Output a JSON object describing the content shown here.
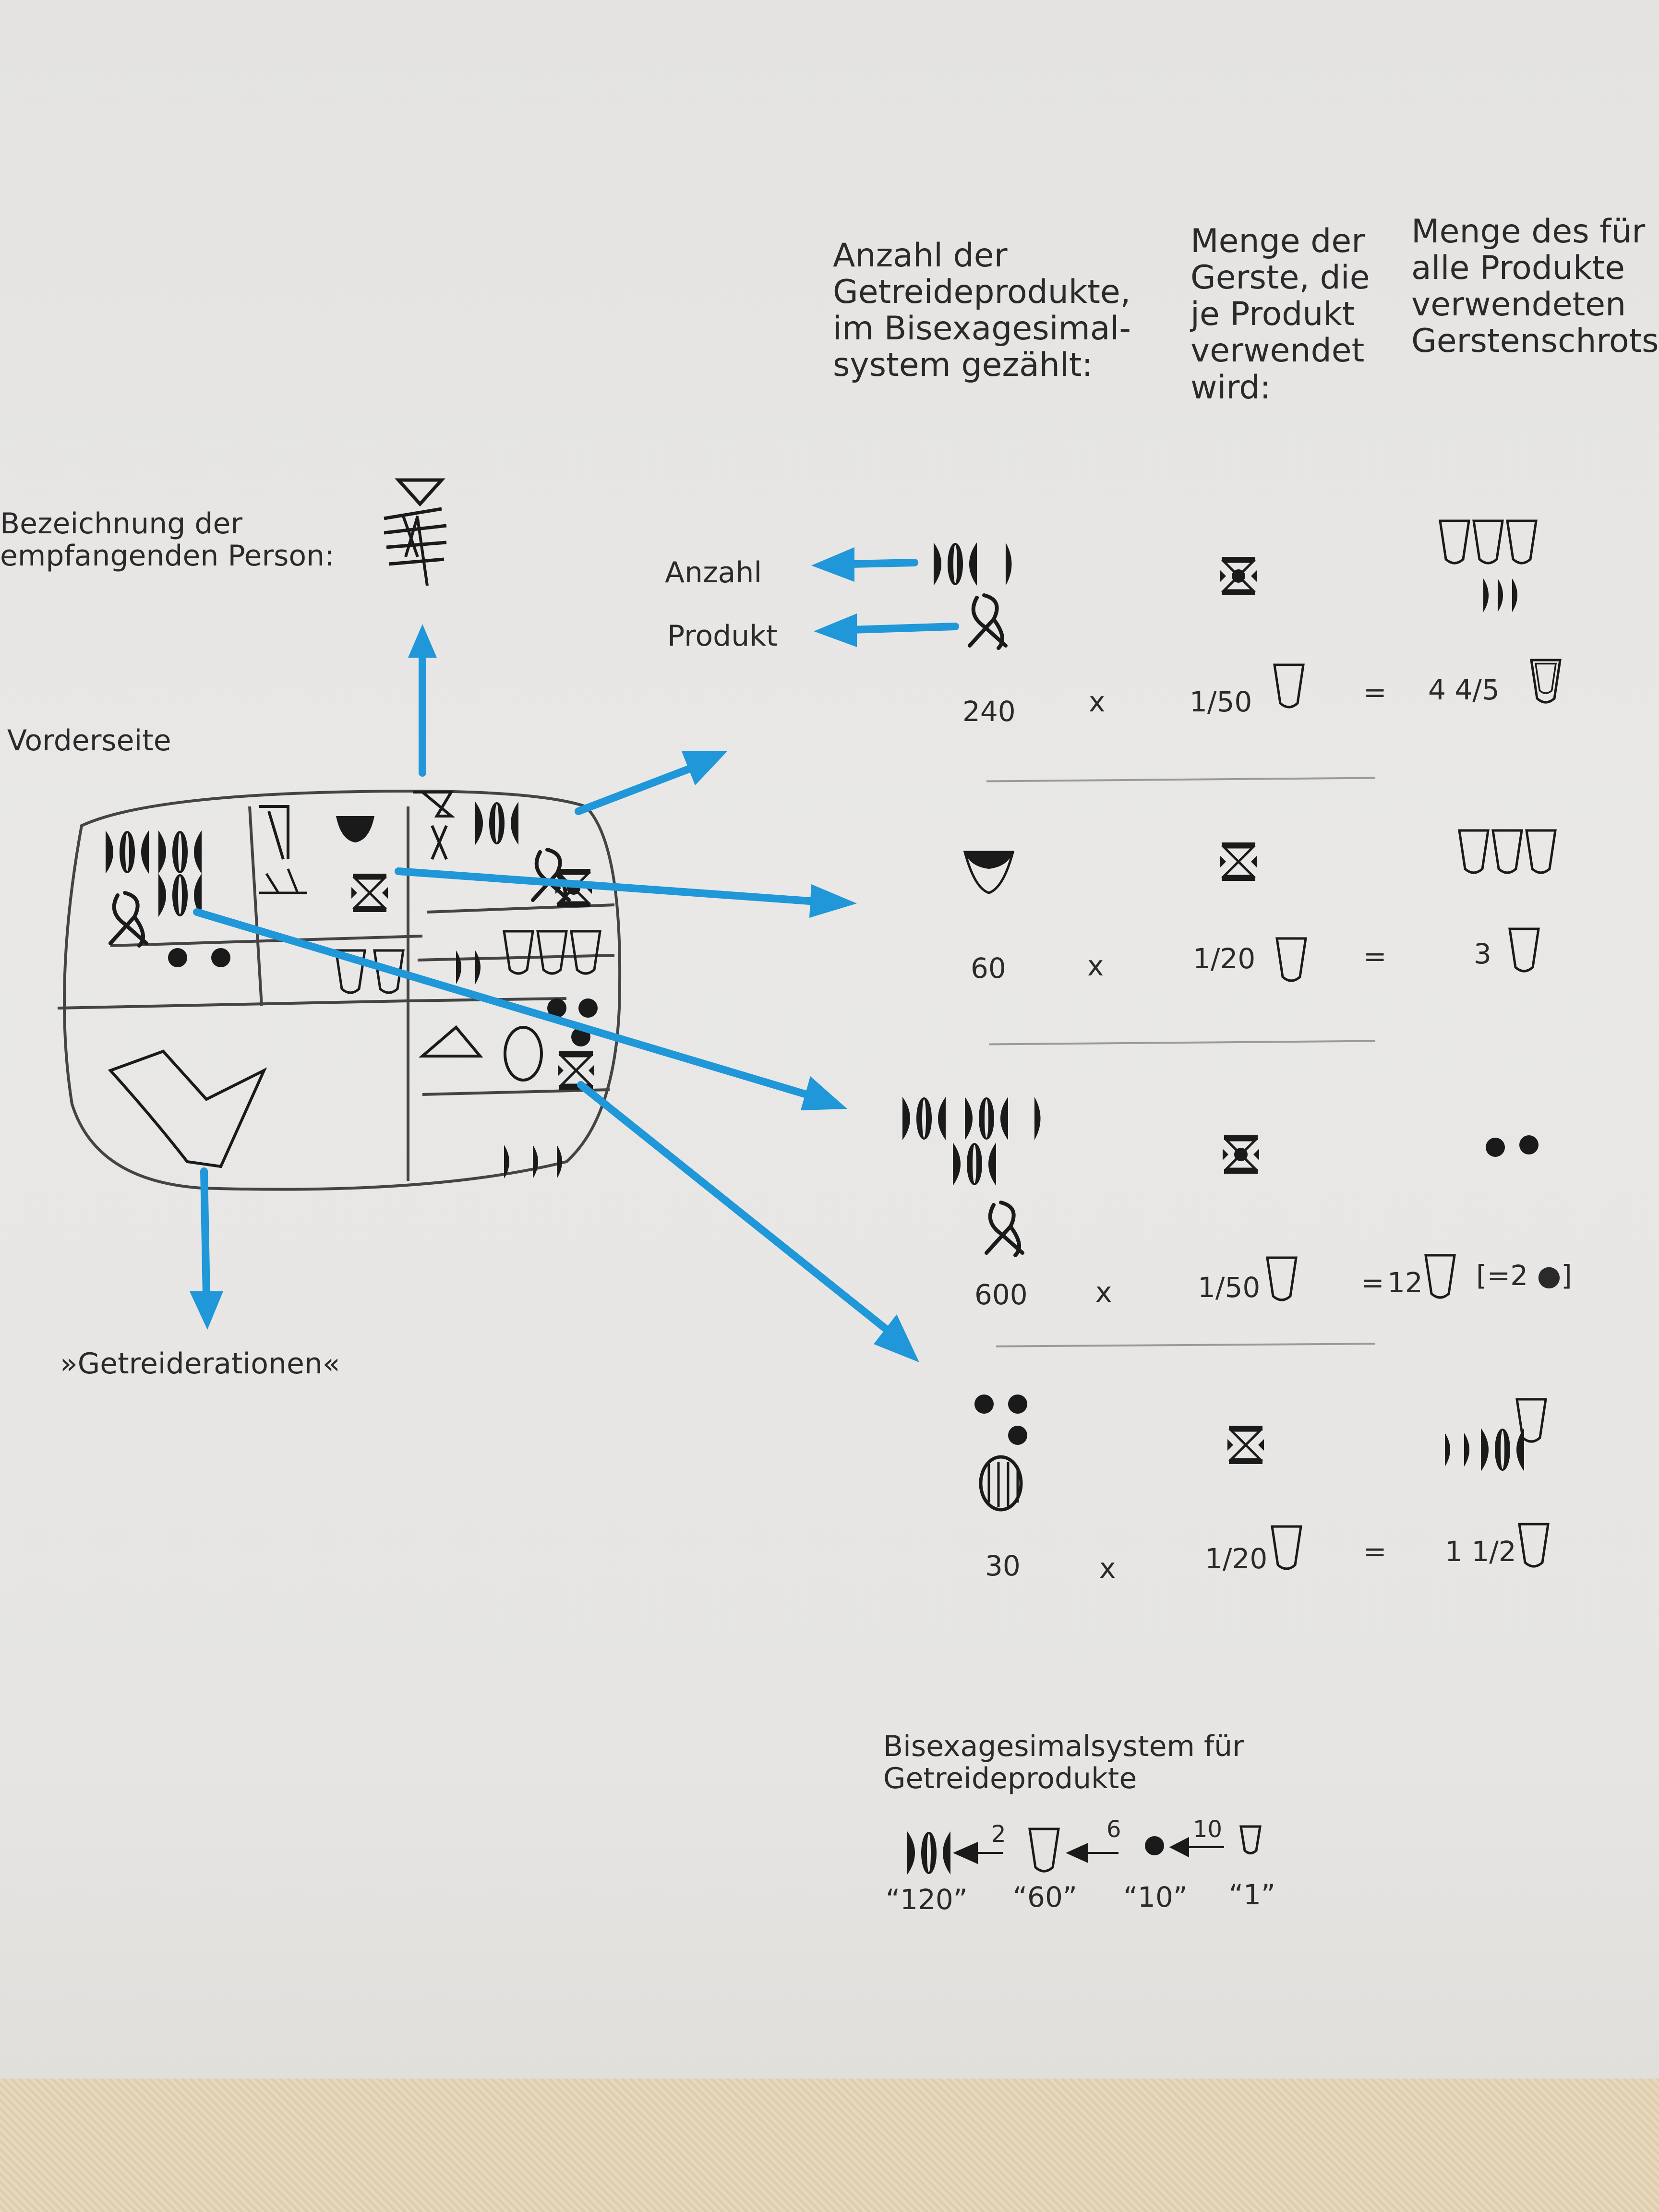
{
  "headers": {
    "count": "Anzahl der\nGetreideprodukte,\nim Bisexagesimal-\nsystem gezählt:",
    "barley_per_product": "Menge der\nGerste, die\nje Produkt\nverwendet\nwird:",
    "total_barley": "Menge des für\nalle Produkte\nverwendeten\nGerstenschrots:"
  },
  "labels": {
    "recipient": "Bezeichnung der\nempfangenden Person:",
    "front_side": "Vorderseite",
    "rations": "»Getreiderationen«",
    "anzahl": "Anzahl",
    "produkt": "Produkt"
  },
  "rows": [
    {
      "count": "240",
      "times": "x",
      "per": "1/50",
      "eq": "=",
      "total": "4 4/5"
    },
    {
      "count": "60",
      "times": "x",
      "per": "1/20",
      "eq": "=",
      "total": "3"
    },
    {
      "count": "600",
      "times": "x",
      "per": "1/50",
      "eq": "=",
      "total": "12",
      "note": "[=2 ●]"
    },
    {
      "count": "30",
      "times": "x",
      "per": "1/20",
      "eq": "=",
      "total": "1 1/2"
    }
  ],
  "system": {
    "title": "Bisexagesimalsystem für\nGetreideprodukte",
    "factors": [
      "2",
      "6",
      "10"
    ],
    "values": [
      "“120”",
      "“60”",
      "“10”",
      "“1”"
    ]
  },
  "colors": {
    "arrow": "#1f97d8",
    "ink": "#1a1a1a"
  }
}
